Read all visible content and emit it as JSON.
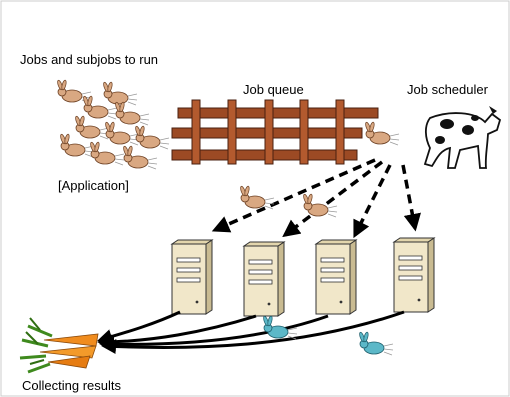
{
  "labels": {
    "jobs": "Jobs and subjobs to run",
    "application": "[Application]",
    "queue": "Job queue",
    "scheduler": "Job scheduler",
    "results": "Collecting results"
  },
  "colors": {
    "rabbit": "#d9a882",
    "rabbit_return": "#5cb8c8",
    "fence": "#9c4a24",
    "server": "#f1e7c9",
    "carrot": "#f08c1e",
    "arrow": "#000000"
  },
  "icons": {
    "rabbit": "rabbit-icon",
    "fence": "fence-icon",
    "dog": "dog-icon",
    "server": "server-icon",
    "carrot": "carrot-icon"
  }
}
